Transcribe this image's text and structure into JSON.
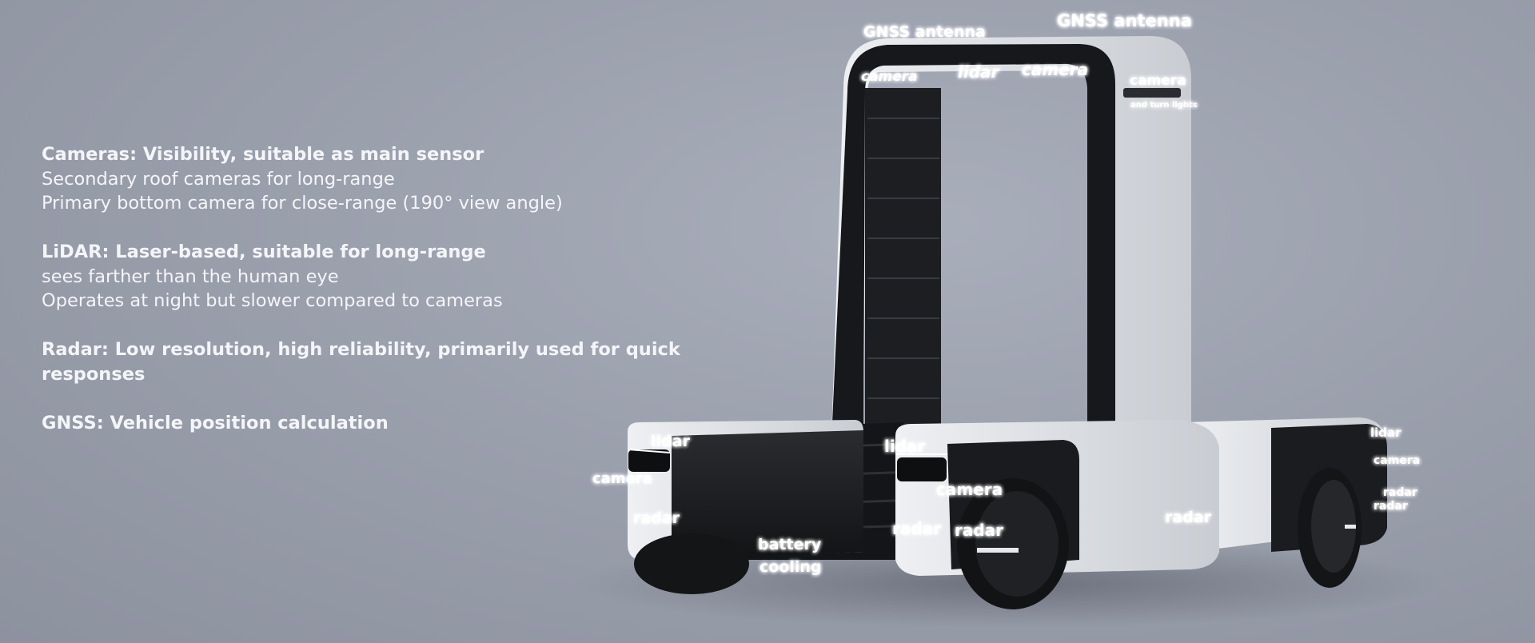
{
  "info": {
    "groups": [
      {
        "heading": "Cameras: Visibility, suitable as main sensor",
        "lines": [
          "Secondary roof cameras for long-range",
          "Primary bottom camera for close-range (190° view angle)"
        ]
      },
      {
        "heading": "LiDAR: Laser-based, suitable for long-range",
        "lines": [
          "sees farther than the human eye",
          "Operates at night but slower compared to cameras"
        ]
      },
      {
        "heading": "Radar: Low resolution, high reliability, primarily used for quick responses",
        "lines": []
      },
      {
        "heading": "GNSS: Vehicle position calculation",
        "lines": []
      }
    ]
  },
  "labels": {
    "gnss_left": "GNSS antenna",
    "gnss_right": "GNSS antenna",
    "roof_camera_left": "camera",
    "roof_lidar": "lidar",
    "roof_camera_right": "camera",
    "side_camera": "camera",
    "turn_lights": "and turn lights",
    "front_left_lidar": "lidar",
    "front_left_camera": "camera",
    "front_left_radar": "radar",
    "battery": "battery",
    "cooling": "cooling",
    "front_right_lidar": "lidar",
    "front_right_camera": "camera",
    "front_right_radar_a": "radar",
    "front_right_radar_b": "radar",
    "side_radar": "radar",
    "rear_lidar": "lidar",
    "rear_camera": "camera",
    "rear_radar_a": "radar",
    "rear_radar_b": "radar"
  }
}
